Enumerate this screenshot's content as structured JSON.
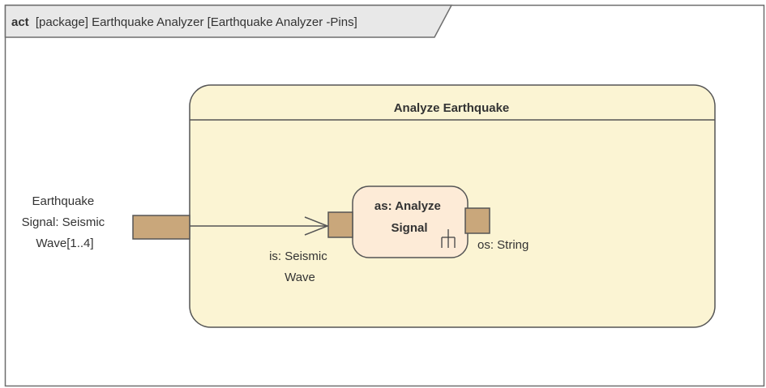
{
  "frame": {
    "keyword": "act",
    "title": "[package] Earthquake Analyzer [Earthquake Analyzer -Pins]"
  },
  "activity": {
    "name": "Analyze Earthquake",
    "parameter_label_lines": [
      "Earthquake",
      "Signal: Seismic",
      "Wave[1..4]"
    ]
  },
  "action": {
    "name_lines": [
      "as: Analyze",
      "Signal"
    ],
    "input_pin_label_lines": [
      "is: Seismic",
      "Wave"
    ],
    "output_pin_label": "os: String",
    "icon": "rake-icon"
  },
  "colors": {
    "frame_border": "#6e6e6e",
    "tab_fill": "#e8e8e8",
    "activity_fill": "#fbf4d3",
    "action_fill": "#fdebd7",
    "pin_fill": "#c9a77b",
    "stroke": "#555555"
  }
}
